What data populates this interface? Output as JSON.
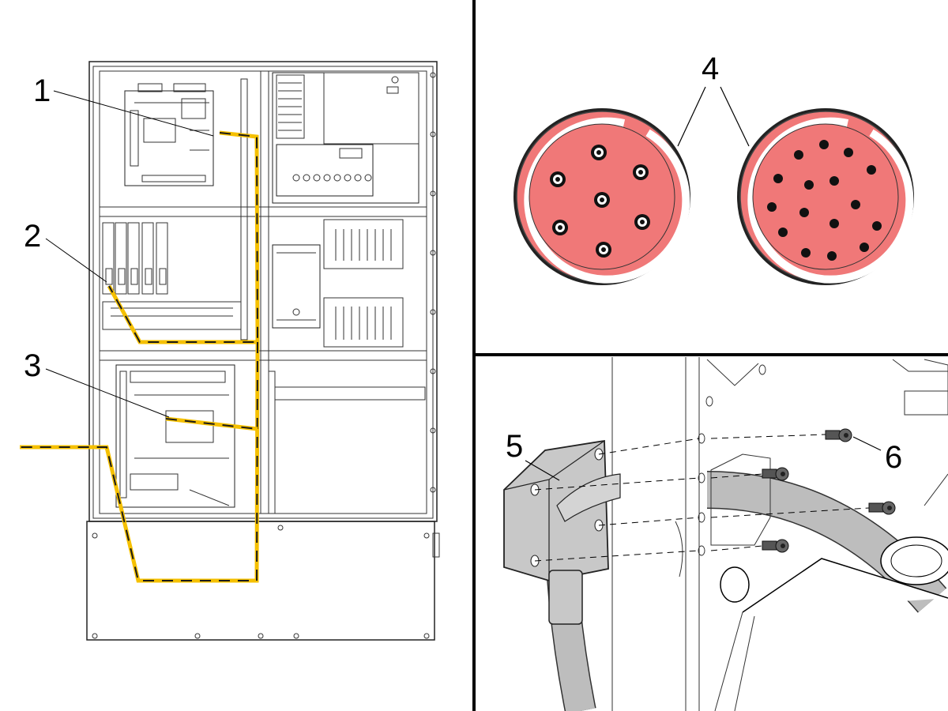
{
  "callouts": {
    "c1": "1",
    "c2": "2",
    "c3": "3",
    "c4": "4",
    "c5": "5",
    "c6": "6"
  },
  "colors": {
    "cable_route": "#f5c000",
    "cable_dash": "#1a1a1a",
    "connector_face": "#f07878",
    "connector_gray": "#c8c8c8",
    "cable_gray": "#bdbdbd"
  }
}
